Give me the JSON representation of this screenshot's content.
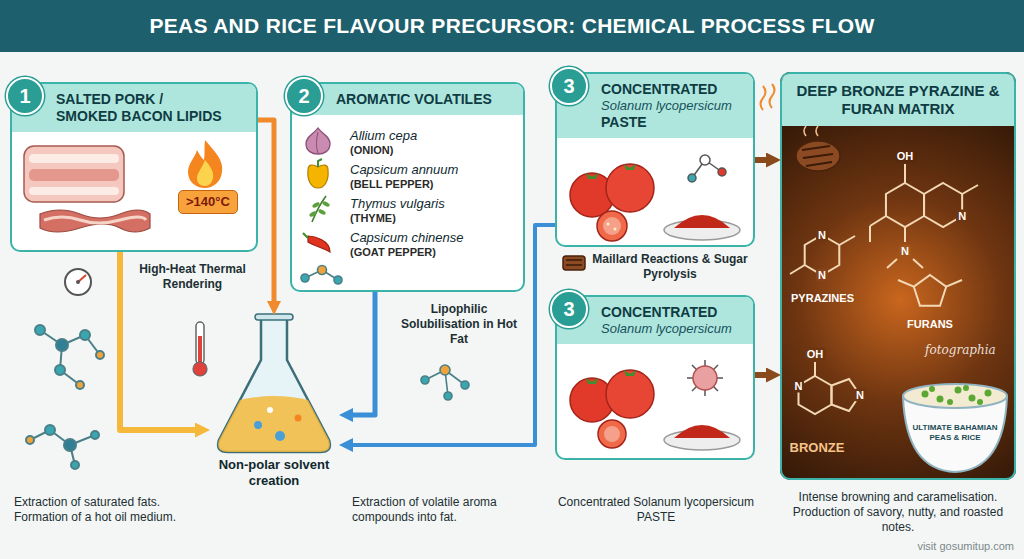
{
  "diagram": {
    "title": "PEAS AND RICE FLAVOUR PRECURSOR: CHEMICAL PROCESS FLOW",
    "nodes": [
      {
        "text": [
          "SALTED PORK / SMOKED BACON LIPIDS"
        ]
      },
      {
        "text": [
          "1"
        ],
        "in": 0
      },
      {
        "text": [
          ">140°C"
        ],
        "in": 0
      },
      {
        "text": [
          "AROMATIC VOLATILES",
          "Allium cepa",
          "(ONION)",
          "Capsicum annuum",
          "(BELL PEPPER)",
          "Thymus vulgaris",
          "(THYME)",
          "Capsicum chinense",
          "(GOAT PEPPER)"
        ]
      },
      {
        "text": [
          "2"
        ],
        "in": 3
      },
      {
        "text": [
          "CONCENTRATED",
          "Solanum lycopersicum",
          "PASTE"
        ]
      },
      {
        "text": [
          "3"
        ],
        "in": 5
      },
      {
        "text": [
          "CONCENTRATED",
          "Solanum lycopersicum"
        ]
      },
      {
        "text": [
          "3"
        ],
        "in": 7
      },
      {
        "text": [
          "Non-polar solvent creation"
        ]
      },
      {
        "text": [
          "DEEP BRONZE PYRAZINE & FURAN MATRIX"
        ]
      }
    ],
    "edges": [
      {
        "from": 0,
        "to": 9,
        "arrow": "to"
      },
      {
        "from": 0,
        "to": 9,
        "arrow": "to"
      },
      {
        "from": 3,
        "to": 9,
        "arrow": "to"
      },
      {
        "from": 5,
        "to": 9,
        "arrow": "to"
      },
      {
        "from": 5,
        "to": 10,
        "arrow": "to"
      },
      {
        "from": 7,
        "to": 10,
        "arrow": "to"
      }
    ],
    "labels": [
      "High-Heat Thermal Rendering",
      "Lipophilic Solubilisation in Hot Fat",
      "Maillard Reactions & Sugar Pyrolysis",
      "Extraction of saturated fats. Formation of a hot oil medium.",
      "Extraction of volatile aroma compounds into fat.",
      "Concentrated Solanum lycopersicum PASTE",
      "Intense browning and caramelisation. Production of savory, nutty, and roasted notes.",
      "PYRAZINES",
      "FURANS",
      "BRONZE",
      "ULTIMATE BAHAMIAN PEAS & RICE",
      "OH",
      "N",
      "N",
      "N",
      "N",
      "OH",
      "N",
      "N",
      "fotographia",
      "visit gosumitup.com"
    ]
  }
}
